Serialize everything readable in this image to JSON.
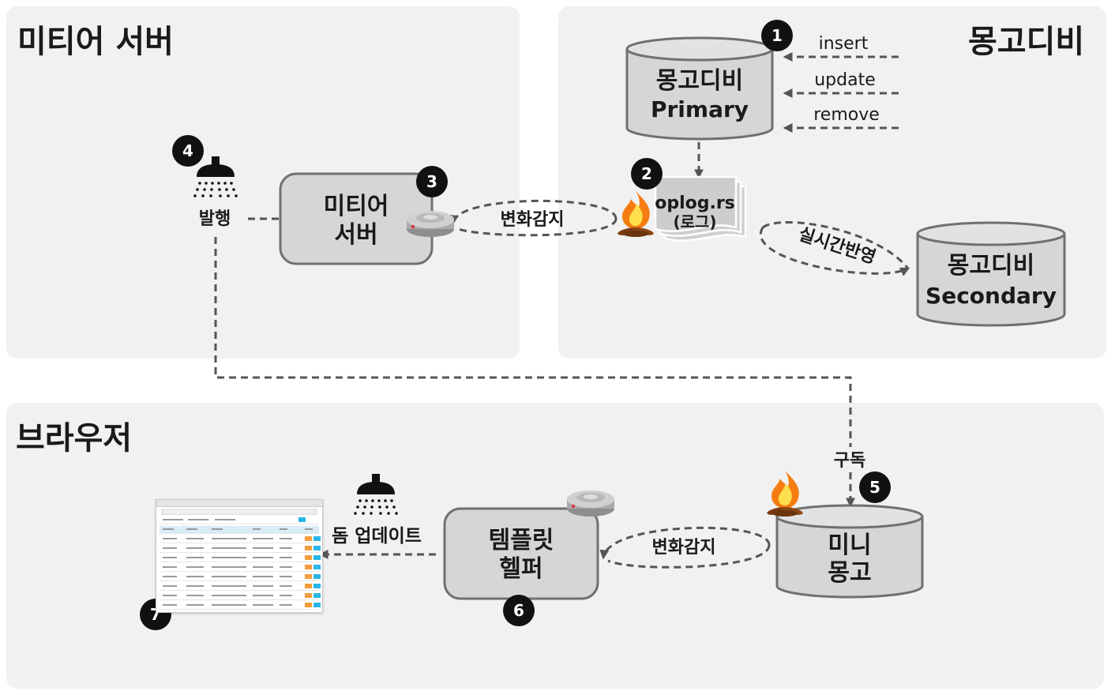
{
  "panels": {
    "meteor_server": "미티어 서버",
    "mongodb": "몽고디비",
    "browser": "브라우저"
  },
  "nodes": {
    "primary": [
      "몽고디비",
      "Primary"
    ],
    "oplog": [
      "oplog.rs",
      "(로그)"
    ],
    "meteor": [
      "미티어",
      "서버"
    ],
    "secondary": [
      "몽고디비",
      "Secondary"
    ],
    "minimongo": [
      "미니",
      "몽고"
    ],
    "template_helper": [
      "템플릿",
      "헬퍼"
    ]
  },
  "labels": {
    "insert": "insert",
    "update": "update",
    "remove": "remove",
    "change_detect_top": "변화감지",
    "realtime_reflect": "실시간반영",
    "publish": "발행",
    "subscribe": "구독",
    "change_detect_bottom": "변화감지",
    "dom_update": "돔 업데이트"
  },
  "steps": [
    "1",
    "2",
    "3",
    "4",
    "5",
    "6",
    "7"
  ],
  "icons": {
    "fire": "fire-icon",
    "smoke_detector": "smoke-detector-icon",
    "sprinkler": "sprinkler-icon",
    "browser_thumbnail": "browser-window-thumbnail"
  },
  "colors": {
    "panel_bg": "#f1f1f1",
    "node_fill": "#d6d6d6",
    "node_stroke": "#707070",
    "step_badge": "#111111",
    "dash": "#555555",
    "fire": "#f57c12",
    "table_button_blue": "#29b6e6",
    "table_button_orange": "#f39c3c"
  }
}
